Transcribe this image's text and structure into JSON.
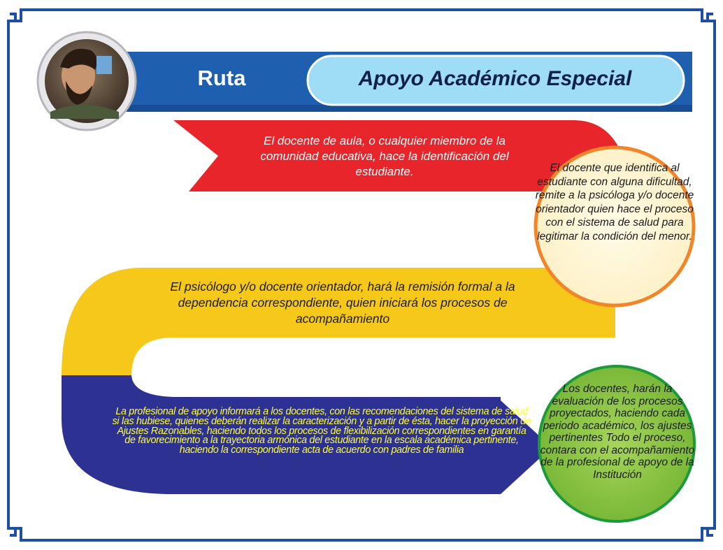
{
  "header": {
    "route_label": "Ruta",
    "title": "Apoyo Académico Especial"
  },
  "steps": {
    "red": "El docente de aula, o cualquier miembro de la comunidad educativa, hace la identificación del estudiante.",
    "orange_circle": "El docente que identifica al estudiante con alguna dificultad, remite a la psicóloga y/o docente orientador quien hace el proceso con el sistema de salud para legitimar la condición del menor.",
    "yellow": "El psicólogo y/o docente orientador, hará la remisión formal a la dependencia correspondiente, quien iniciará los procesos de acompañamiento",
    "blue": "La profesional de apoyo informará a los docentes, con las recomendaciones del sistema de salud si las hubiese, quienes deberán realizar la caracterización y a partir de ésta, hacer la proyección de Ajustes Razonables, haciendo todos los procesos de flexibilización correspondientes en garantía de favorecimiento a la trayectoria armónica del estudiante en la escala académica pertinente, haciendo la correspondiente acta de acuerdo con padres de familia",
    "green_circle": "Los docentes, harán la evaluación de los procesos proyectados, haciendo cada periodo académico, los ajustes pertinentes Todo el proceso, contara con el acompañamiento de la profesional de apoyo de la Institución"
  },
  "colors": {
    "frame": "#1d4fa3",
    "header_blue": "#1f5fb0",
    "header_pill": "#9fdcf5",
    "red": "#e8252a",
    "orange": "#f0852a",
    "yellow": "#f6c81a",
    "navy": "#2c3192",
    "green": "#8cc43f"
  }
}
